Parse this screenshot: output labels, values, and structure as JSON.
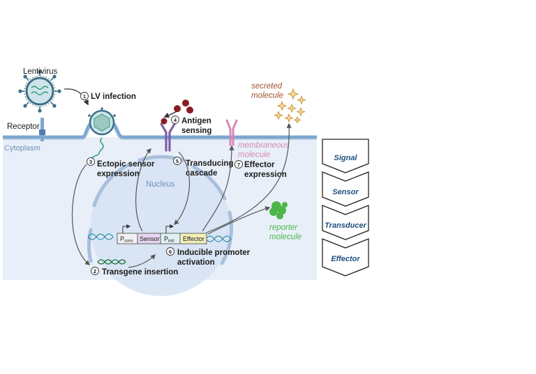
{
  "labels": {
    "lentivirus": "Lentivirus",
    "receptor": "Receptor",
    "cytoplasm": "Cytoplasm",
    "nucleus": "Nucleus",
    "secreted_molecule": "secreted molecule",
    "membraneous_molecule": "membraneous molecule",
    "reporter_molecule": "reporter molecule"
  },
  "steps": [
    {
      "num": "1",
      "line1": "LV infection",
      "line2": ""
    },
    {
      "num": "2",
      "line1": "Transgene insertion",
      "line2": ""
    },
    {
      "num": "3",
      "line1": "Ectopic sensor",
      "line2": "expression"
    },
    {
      "num": "4",
      "line1": "Antigen",
      "line2": "sensing"
    },
    {
      "num": "5",
      "line1": "Transducing",
      "line2": "cascade"
    },
    {
      "num": "6",
      "line1": "Inducible promoter",
      "line2": "activation"
    },
    {
      "num": "7",
      "line1": "Effector",
      "line2": "expression"
    }
  ],
  "cassette": {
    "p_cons": "P",
    "p_cons_sub": "cons",
    "sensor": "Sensor",
    "p_ind": "P",
    "p_ind_sub": "ind",
    "effector": "Effector"
  },
  "chevrons": [
    "Signal",
    "Sensor",
    "Transducer",
    "Effector"
  ],
  "colors": {
    "cytoplasm_bg": "#e8eff9",
    "membrane": "#7ea6cf",
    "nucleus_fill": "#d6e3f3",
    "nucleus_edge": "#a9c0dc",
    "secreted": "#a0522d",
    "membraneous": "#d987b4",
    "reporter": "#4cb648",
    "chevron_text": "#1e4f7f",
    "antigen": "#8b1c22",
    "star": "#d49a2a"
  }
}
